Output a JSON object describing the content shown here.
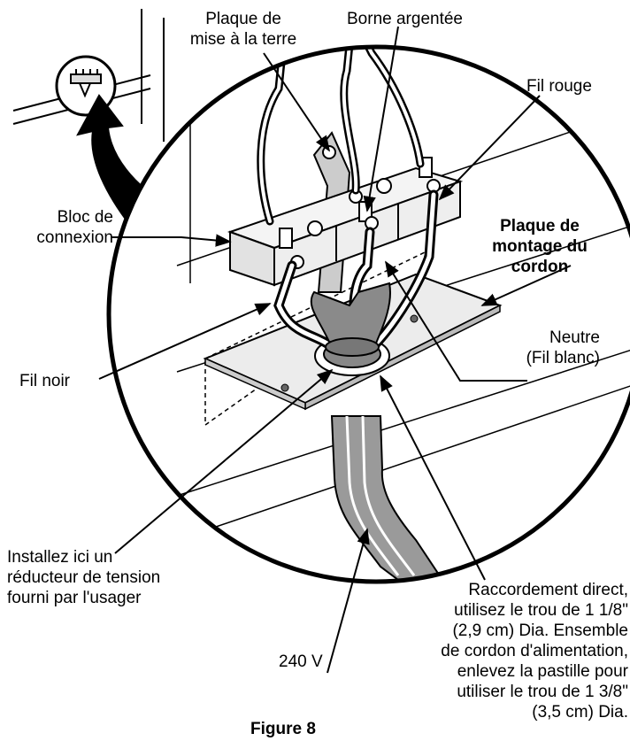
{
  "labels": {
    "grounding_plate": [
      "Plaque de",
      "mise à la terre"
    ],
    "silver_terminal": "Borne argentée",
    "red_wire": "Fil rouge",
    "terminal_block": [
      "Bloc de",
      "connexion"
    ],
    "cord_mounting_plate": [
      "Plaque de",
      "montage du",
      "cordon"
    ],
    "neutral": [
      "Neutre",
      "(Fil blanc)"
    ],
    "black_wire": "Fil noir",
    "strain_relief": [
      "Installez ici un",
      "réducteur de tension",
      "fourni par l'usager"
    ],
    "voltage": "240 V",
    "direct_connection": [
      "Raccordement direct,",
      "utilisez le trou de 1 1/8\"",
      "(2,9 cm) Dia. Ensemble",
      "de cordon d'alimentation,",
      "enlevez la pastille pour",
      "utiliser le trou de 1 3/8\"",
      "(3,5 cm) Dia."
    ],
    "figure_title": "Figure 8"
  },
  "colors": {
    "line": "#000000",
    "fill_light": "#ececec",
    "fill_gray": "#9a9a9a",
    "background": "#ffffff"
  }
}
